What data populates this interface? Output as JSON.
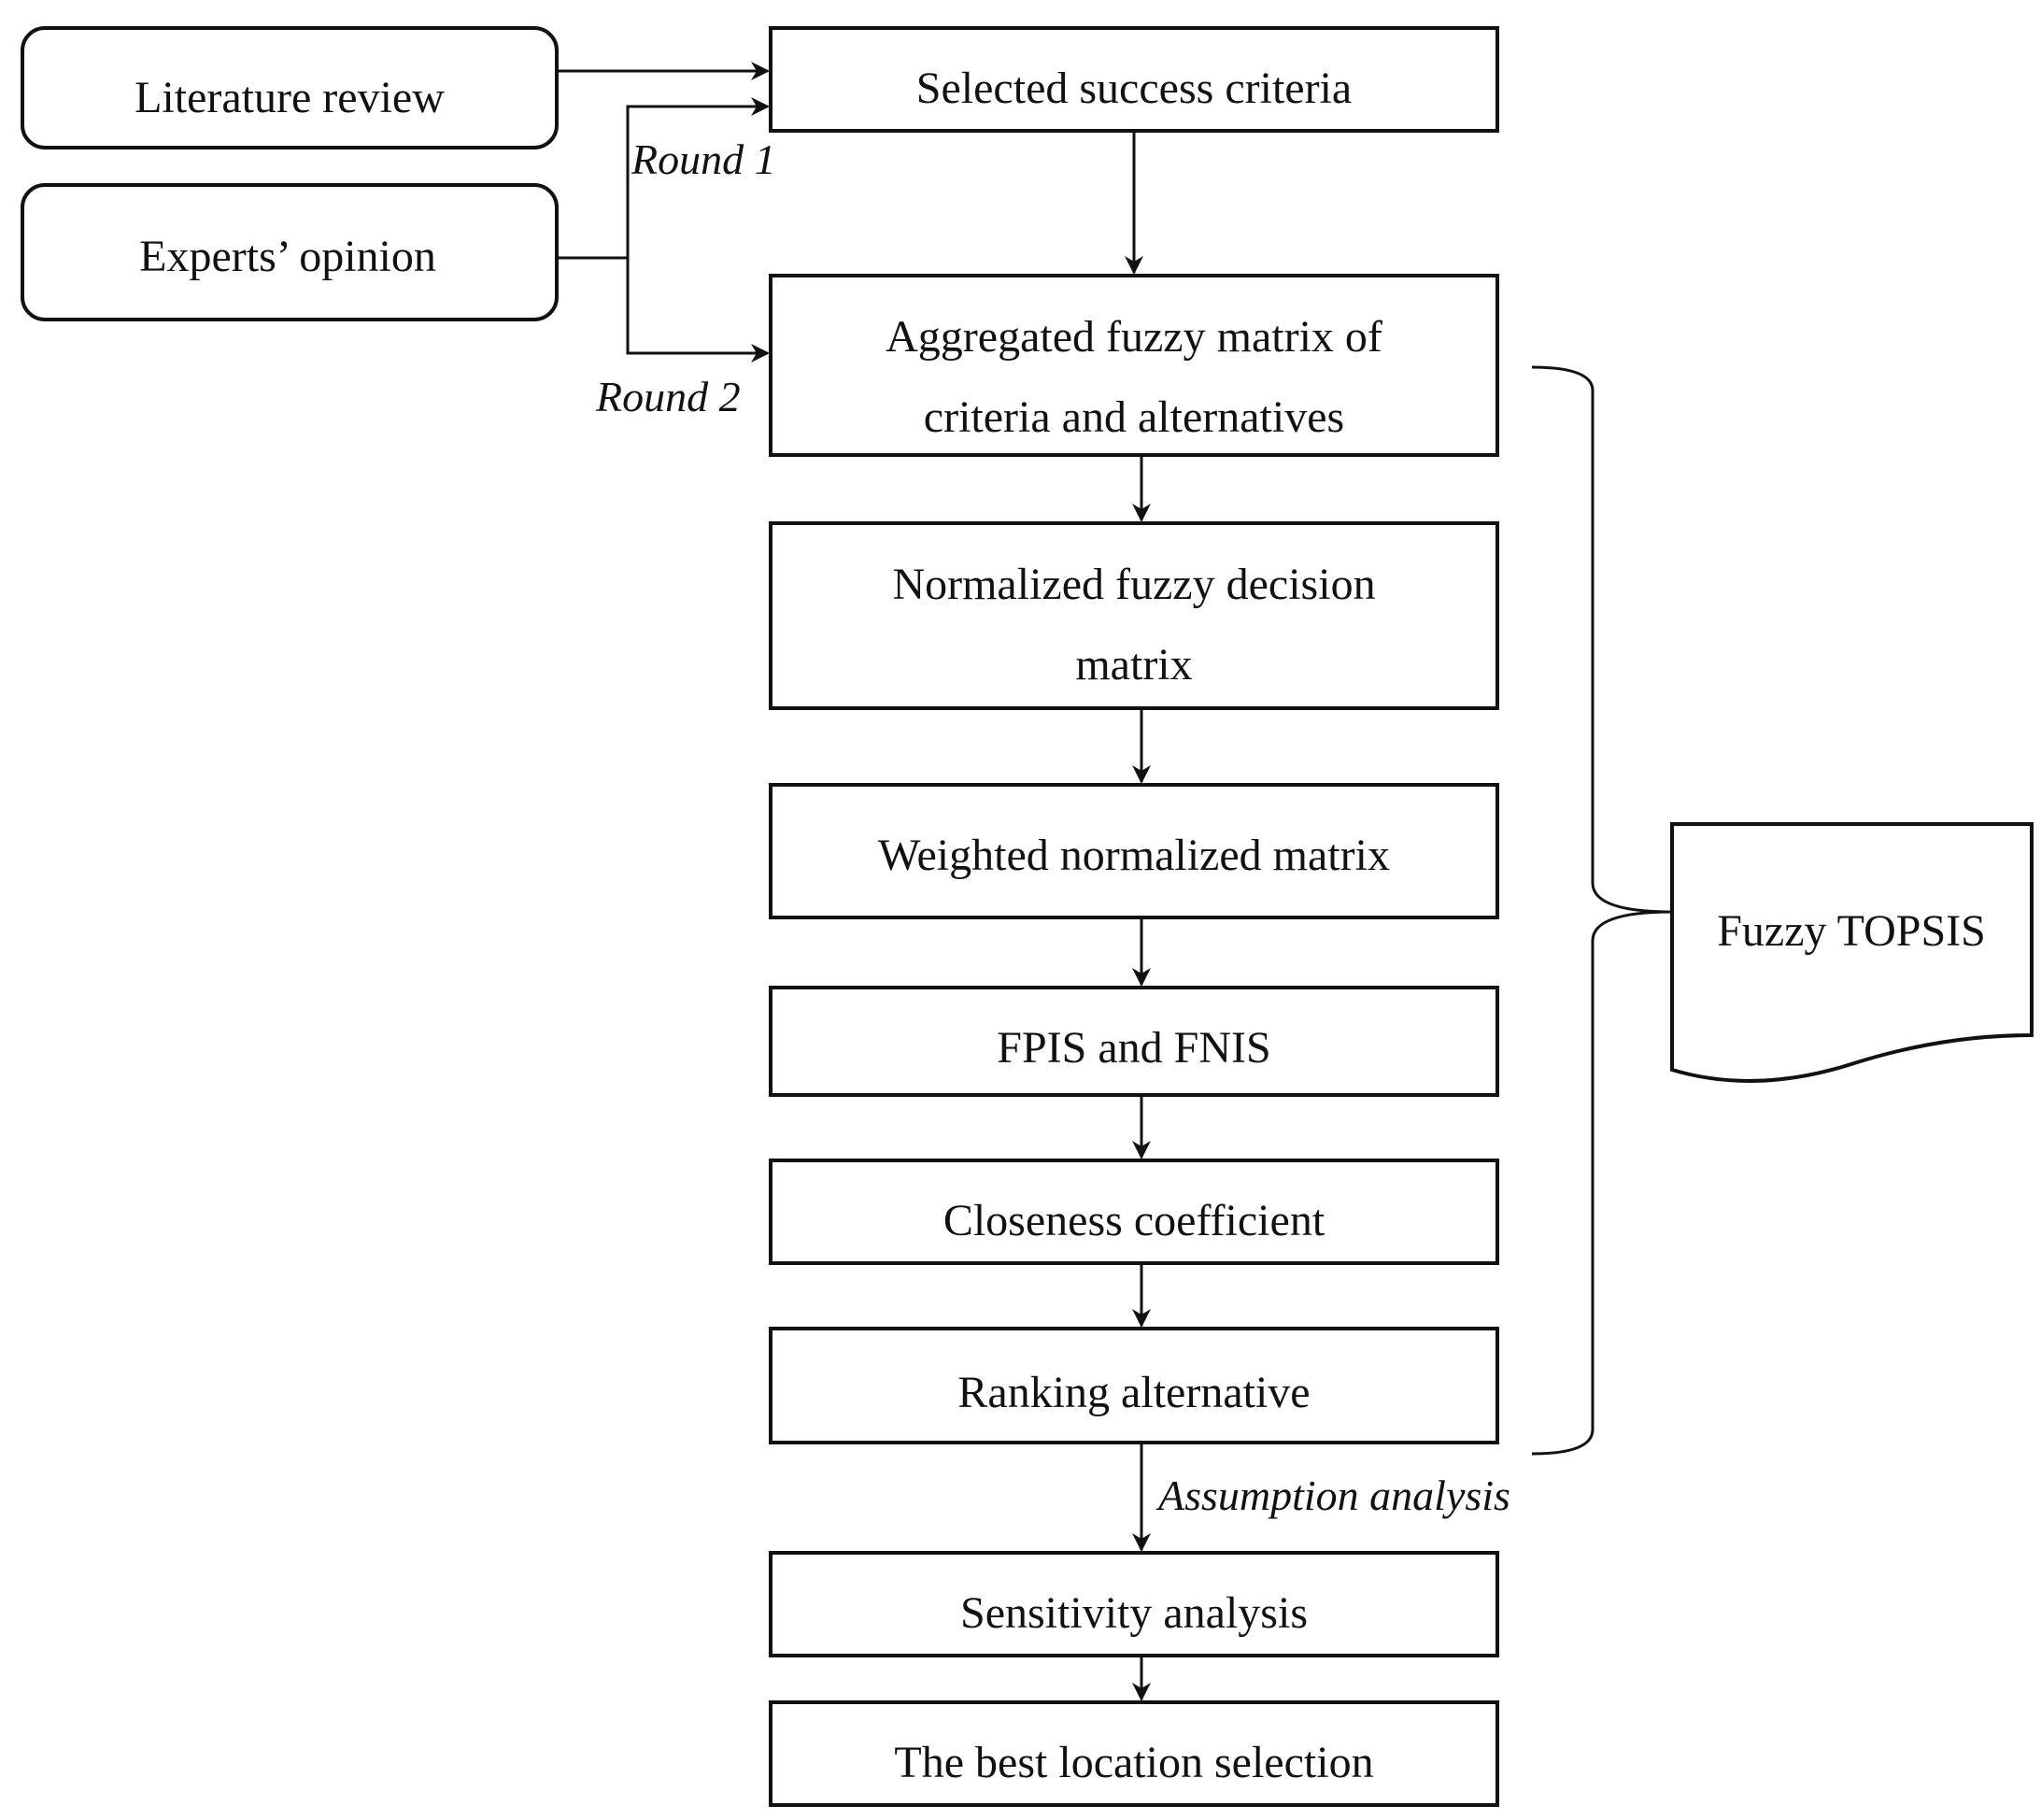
{
  "nodes": {
    "literature_review": "Literature review",
    "experts_opinion": "Experts’ opinion",
    "selected_criteria": "Selected success criteria",
    "aggregated_line1": "Aggregated fuzzy matrix of",
    "aggregated_line2": "criteria and alternatives",
    "normalized_line1": "Normalized fuzzy decision",
    "normalized_line2": "matrix",
    "weighted": "Weighted normalized matrix",
    "fpis_fnis": "FPIS and FNIS",
    "closeness": "Closeness coefficient",
    "ranking": "Ranking alternative",
    "sensitivity": "Sensitivity analysis",
    "best_location": "The best location selection",
    "fuzzy_topsis": "Fuzzy TOPSIS"
  },
  "edge_labels": {
    "round1": "Round 1",
    "round2": "Round 2",
    "assumption": "Assumption analysis"
  }
}
